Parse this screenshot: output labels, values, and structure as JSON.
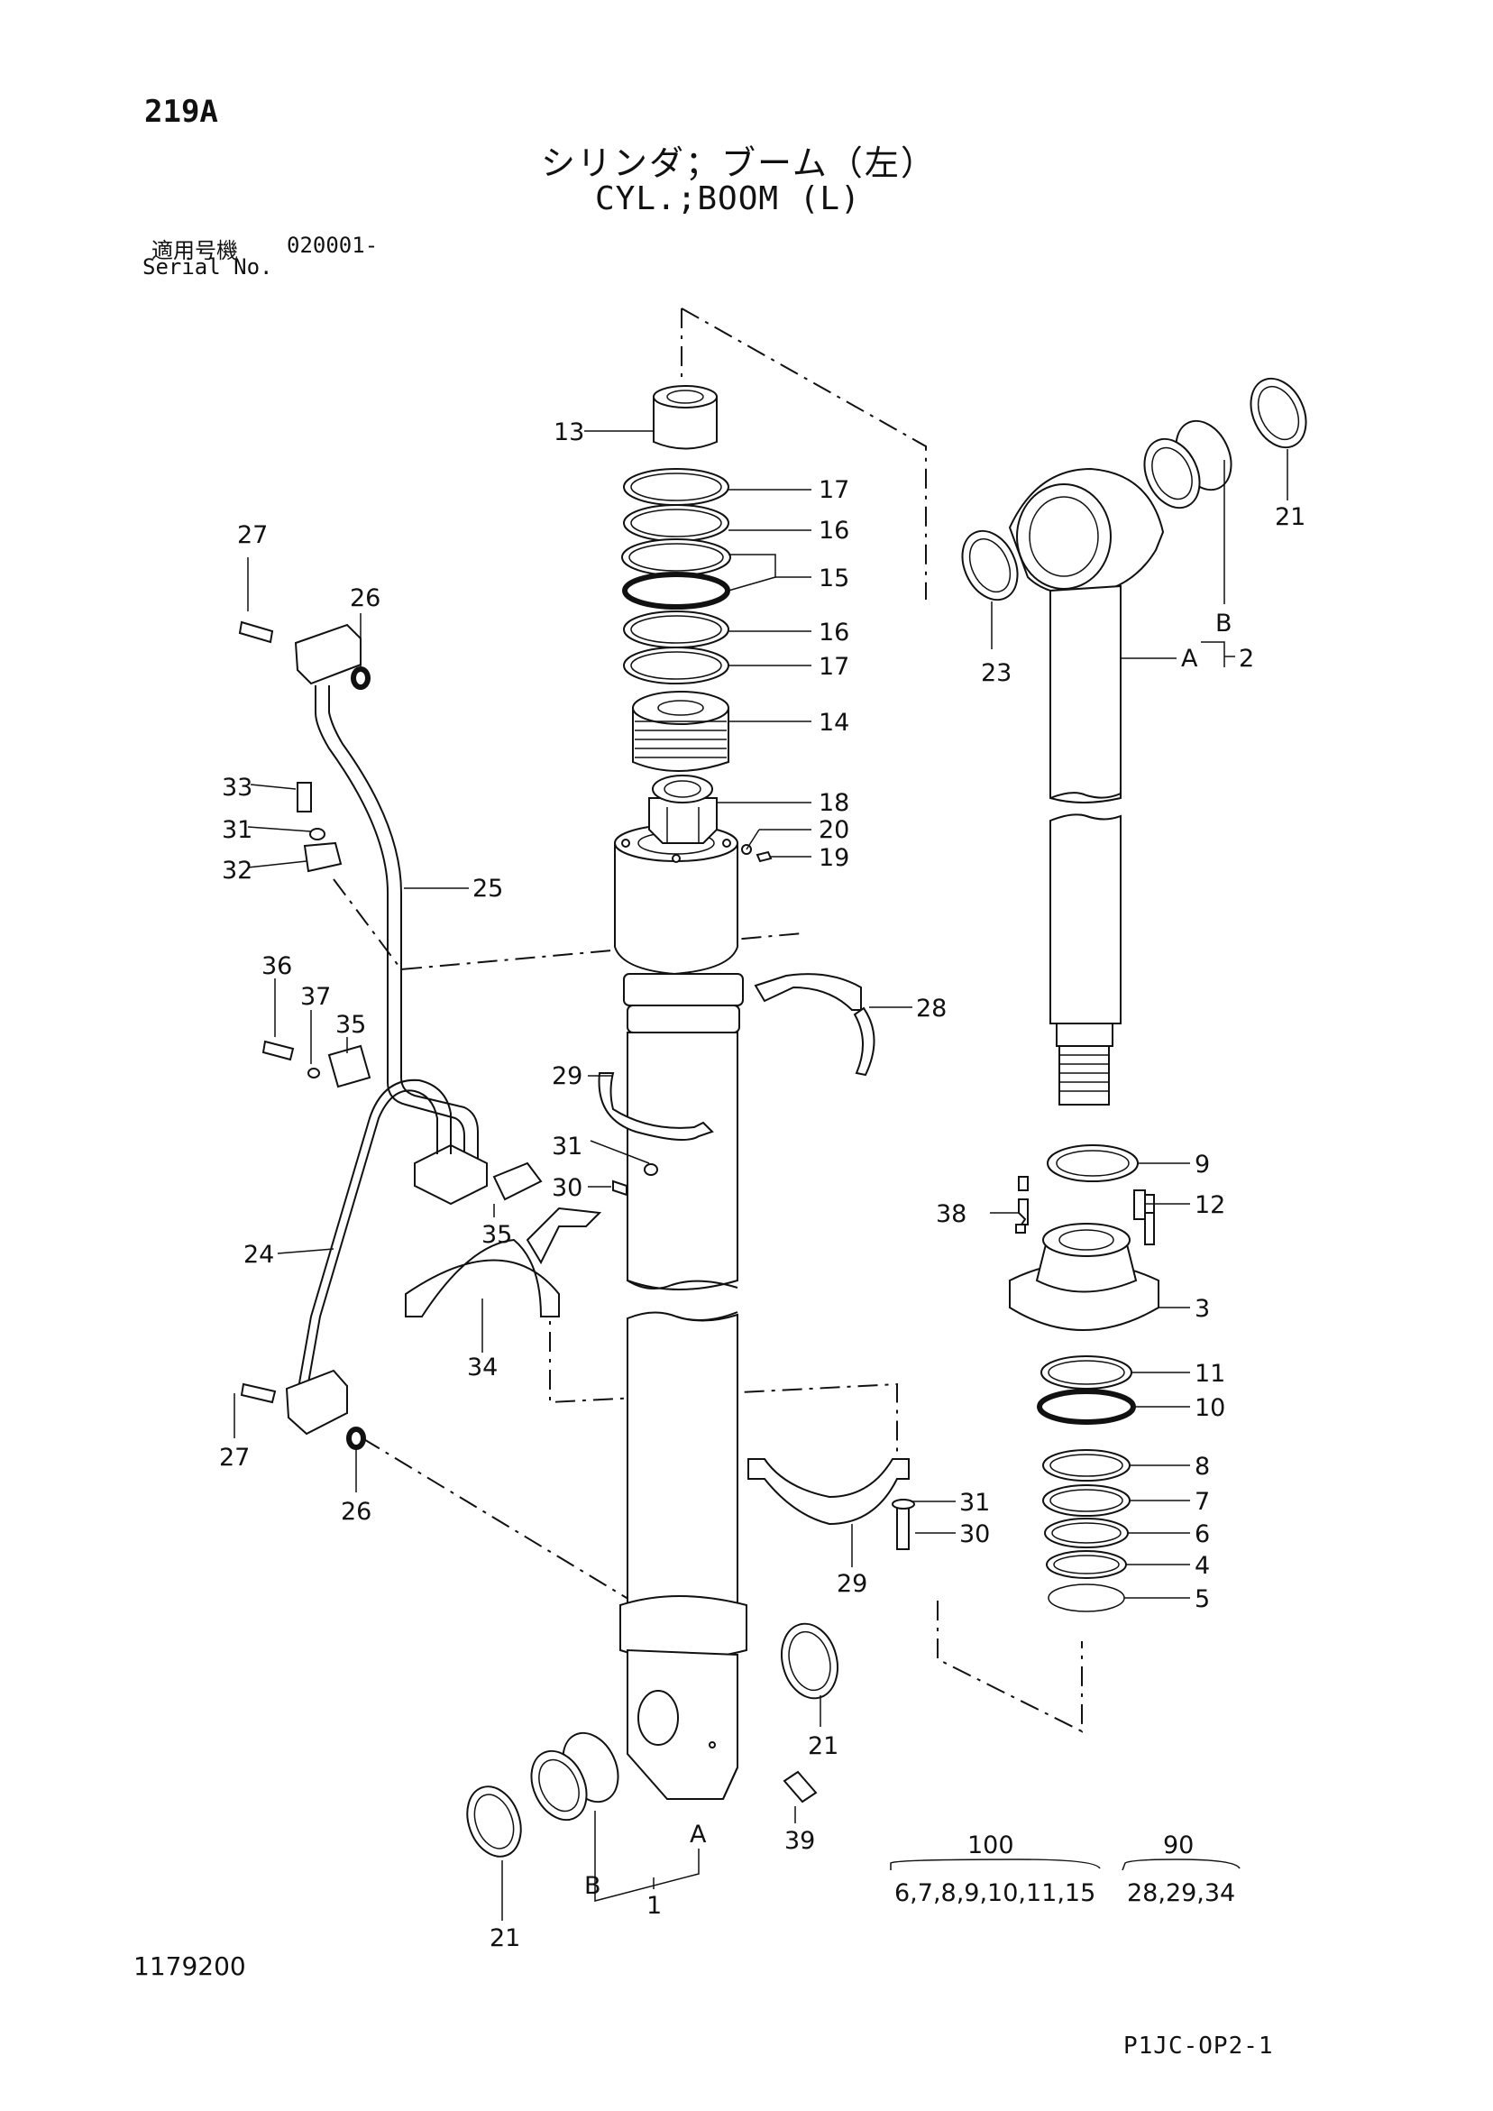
{
  "header": {
    "page_id": "219A",
    "title_jp": "シリンダ；ブーム（左）",
    "title_en": "CYL.;BOOM (L)",
    "serial_label_jp": "適用号機",
    "serial_value": "020001-",
    "serial_label_en": "Serial No."
  },
  "callouts": {
    "c1": "1",
    "c2": "2",
    "c3": "3",
    "c4": "4",
    "c5": "5",
    "c6": "6",
    "c7": "7",
    "c8": "8",
    "c9": "9",
    "c10": "10",
    "c11": "11",
    "c12": "12",
    "c13": "13",
    "c14": "14",
    "c15": "15",
    "c16a": "16",
    "c16b": "16",
    "c17a": "17",
    "c17b": "17",
    "c18": "18",
    "c19": "19",
    "c20": "20",
    "c21a": "21",
    "c21b": "21",
    "c21c": "21",
    "c23": "23",
    "c24": "24",
    "c25": "25",
    "c26a": "26",
    "c26b": "26",
    "c27a": "27",
    "c27b": "27",
    "c28": "28",
    "c29a": "29",
    "c29b": "29",
    "c30a": "30",
    "c30b": "30",
    "c31a": "31",
    "c31b": "31",
    "c31c": "31",
    "c32": "32",
    "c33": "33",
    "c34": "34",
    "c35a": "35",
    "c35b": "35",
    "c36": "36",
    "c37": "37",
    "c38": "38",
    "c39": "39",
    "A1": "A",
    "B1": "B",
    "A2": "A",
    "B2": "B"
  },
  "kits": [
    {
      "number": "100",
      "items": "6,7,8,9,10,11,15"
    },
    {
      "number": "90",
      "items": "28,29,34"
    }
  ],
  "footer": {
    "doc_number": "1179200",
    "code": "P1JC-OP2-1"
  }
}
